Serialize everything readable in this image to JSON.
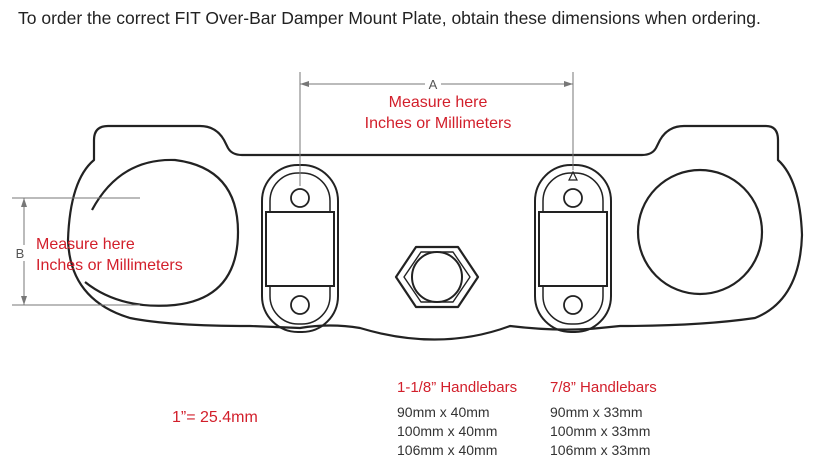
{
  "heading": "To order the correct FIT Over-Bar Damper Mount Plate, obtain these dimensions when ordering.",
  "dimension_a": {
    "letter": "A",
    "line1": "Measure here",
    "line2": "Inches or Millimeters"
  },
  "dimension_b": {
    "letter": "B",
    "line1": "Measure here",
    "line2": "Inches or Millimeters"
  },
  "conversion": "1”= 25.4mm",
  "handlebars": [
    {
      "title": "1-1/8” Handlebars",
      "sizes": [
        "90mm x 40mm",
        "100mm x 40mm",
        "106mm x 40mm"
      ]
    },
    {
      "title": "7/8” Handlebars",
      "sizes": [
        "90mm x 33mm",
        "100mm x 33mm",
        "106mm x 33mm"
      ]
    }
  ],
  "colors": {
    "accent": "#d21f2b",
    "line": "#222222",
    "dim_line": "#777777"
  }
}
